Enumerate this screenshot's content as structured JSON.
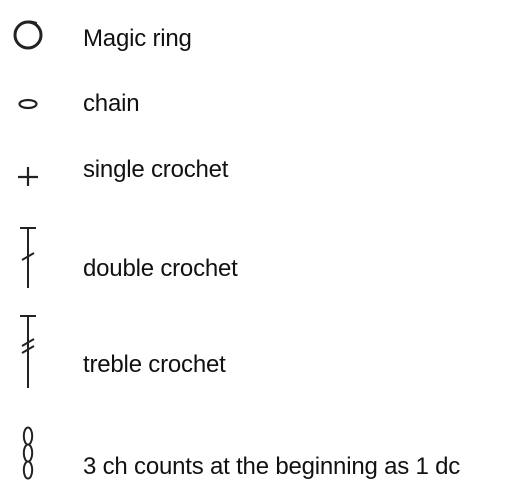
{
  "legend": {
    "items": [
      {
        "icon": "magic-ring-icon",
        "label": "Magic ring"
      },
      {
        "icon": "chain-icon",
        "label": "chain"
      },
      {
        "icon": "single-crochet-icon",
        "label": "single crochet"
      },
      {
        "icon": "double-crochet-icon",
        "label": "double crochet"
      },
      {
        "icon": "treble-crochet-icon",
        "label": "treble crochet"
      },
      {
        "icon": "three-chain-icon",
        "label": "3 ch counts at the beginning as 1 dc"
      }
    ]
  }
}
